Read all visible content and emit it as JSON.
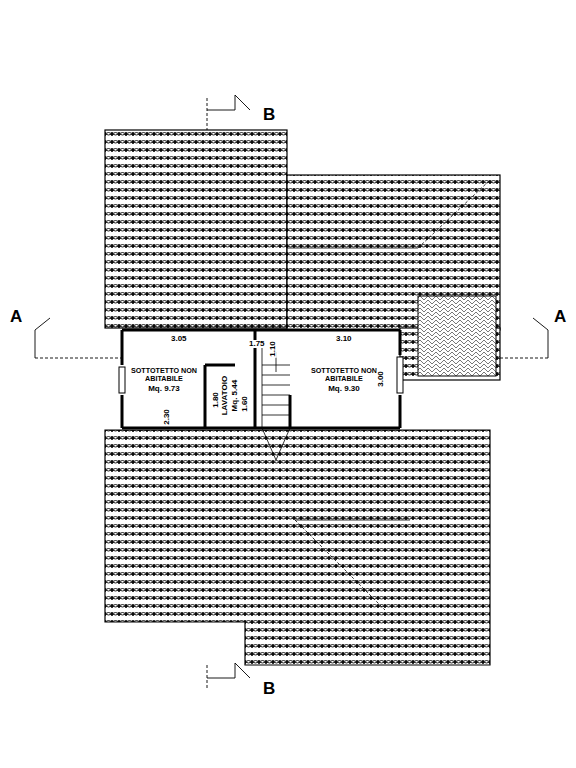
{
  "diagram": {
    "nodes": [
      {
        "text": [
          "SOTTOTETTO NON ABITABILE",
          "Mq. 9.73"
        ]
      },
      {
        "text": [
          "LAVATOIO",
          "Mq. 5.44"
        ]
      },
      {
        "text": [
          "SOTTOTETTO NON ABITABILE",
          "Mq. 9.30"
        ]
      }
    ],
    "labels": [
      "B",
      "B",
      "A",
      "A",
      "3.05",
      "1.75",
      "1.10",
      "3.10",
      "3.00",
      "1.80",
      "1.60",
      "2.30"
    ]
  }
}
